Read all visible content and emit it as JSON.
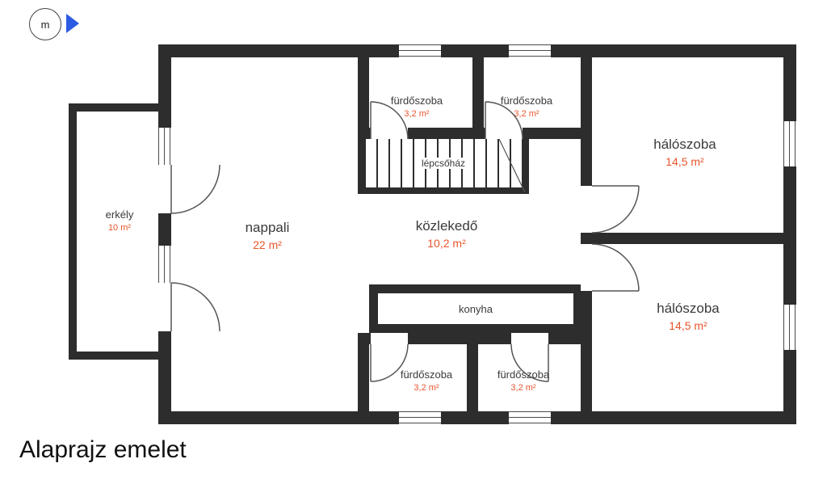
{
  "title": "Alaprajz emelet",
  "compass": {
    "label": "m"
  },
  "colors": {
    "area_text": "#e8552e",
    "wall": "#2d2d2d",
    "compass_arrow": "#2b5be3"
  },
  "rooms": {
    "balcony": {
      "name": "erkély",
      "area": "10 m²"
    },
    "living": {
      "name": "nappali",
      "area": "22 m²"
    },
    "bath_top_left": {
      "name": "fürdőszoba",
      "area": "3,2 m²"
    },
    "bath_top_right": {
      "name": "fürdőszoba",
      "area": "3,2 m²"
    },
    "stairwell": {
      "name": "lépcsőház"
    },
    "hallway": {
      "name": "közlekedő",
      "area": "10,2 m²"
    },
    "bedroom_top": {
      "name": "hálószoba",
      "area": "14,5 m²"
    },
    "bedroom_bottom": {
      "name": "hálószoba",
      "area": "14,5 m²"
    },
    "kitchen": {
      "name": "konyha"
    },
    "bath_bottom_left": {
      "name": "fürdőszoba",
      "area": "3,2 m²"
    },
    "bath_bottom_right": {
      "name": "fürdőszoba",
      "area": "3,2 m²"
    }
  }
}
